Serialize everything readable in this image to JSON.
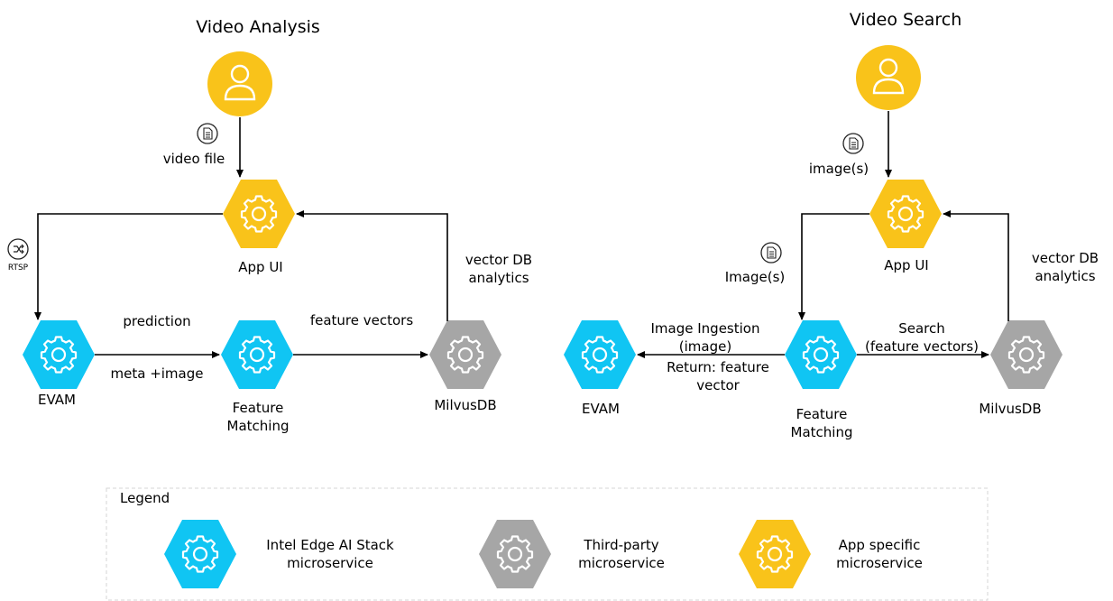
{
  "sections": {
    "analysis_title": "Video Analysis",
    "search_title": "Video Search"
  },
  "analysis": {
    "input_label": "video file",
    "rtsp_label": "RTSP",
    "app_ui": "App UI",
    "evam": "EVAM",
    "feature_matching": "Feature\nMatching",
    "milvusdb": "MilvusDB",
    "prediction": "prediction",
    "meta_image": "meta +image",
    "feature_vectors": "feature vectors",
    "vector_db_analytics": "vector DB\nanalytics"
  },
  "search": {
    "input_label": "image(s)",
    "image_s": "Image(s)",
    "app_ui": "App UI",
    "evam": "EVAM",
    "feature_matching": "Feature\nMatching",
    "milvusdb": "MilvusDB",
    "image_ingestion": "Image Ingestion\n(image)",
    "return_feature": "Return: feature\nvector",
    "search_fv": "Search\n(feature vectors)",
    "vector_db_analytics": "vector DB\nanalytics"
  },
  "legend": {
    "title": "Legend",
    "intel": "Intel Edge AI Stack\nmicroservice",
    "third_party": "Third-party\nmicroservice",
    "app_specific": "App specific\nmicroservice"
  },
  "colors": {
    "intel_blue": "#10C5F3",
    "third_party_gray": "#A6A6A6",
    "app_yellow": "#F9C31A",
    "line": "#000000"
  },
  "icons": {
    "user": "user-icon",
    "gear": "gear-icon",
    "document": "document-icon",
    "shuffle": "shuffle-icon"
  }
}
